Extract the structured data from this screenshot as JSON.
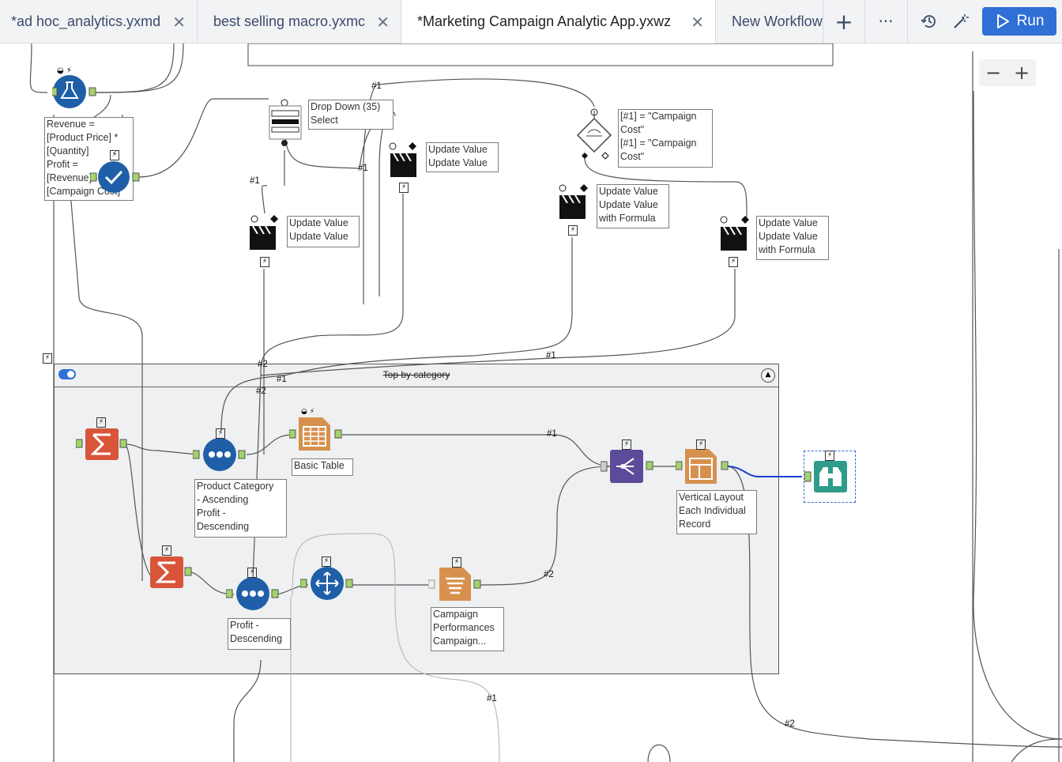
{
  "tabs": [
    {
      "label": "*ad hoc_analytics.yxmd",
      "active": false
    },
    {
      "label": "best selling macro.yxmc",
      "active": false
    },
    {
      "label": "*Marketing Campaign Analytic App.yxwz",
      "active": true
    },
    {
      "label": "New Workflow",
      "active": false
    }
  ],
  "toolbar": {
    "add_tab_icon": "plus-icon",
    "more_icon": "ellipsis-icon",
    "history_icon": "history-icon",
    "magic_icon": "magic-wand-icon",
    "run_label": "Run",
    "run_color": "#2f6fd6"
  },
  "zoom": {
    "minus": "−",
    "plus": "+"
  },
  "container": {
    "title": "Top by category",
    "toggle_color": "#2f6fd6"
  },
  "annotations": {
    "formula": "Revenue  =\n[Product Price] *\n[Quantity]\nProfit =\n[Revenue] -\n[Campaign Cost]",
    "dropdown": "Drop Down (35)\nSelect",
    "update1": "Update Value\nUpdate Value",
    "update2": "Update Value\nUpdate Value",
    "condition": "[#1] = \"Campaign\nCost\"\n[#1] = \"Campaign\nCost\"",
    "update3": "Update Value\nUpdate Value\nwith Formula",
    "update4": "Update Value\nUpdate Value\nwith Formula",
    "sort1": "Product Category\n- Ascending\nProfit -\nDescending",
    "basic_table": "Basic Table",
    "sort2": "Profit -\nDescending",
    "campaign_perf": "Campaign\nPerformances\nCampaign...",
    "layout": "Vertical Layout\nEach Individual\nRecord"
  },
  "connection_labels": {
    "c1": "#1",
    "c2": "#1",
    "c3": "#1",
    "c4": "#2",
    "c5": "#1",
    "c6": "#2",
    "c7": "#1",
    "c8": "#1",
    "c9": "#2",
    "c10": "#1",
    "c11": "#2"
  },
  "colors": {
    "formula_blue": "#1f5fa8",
    "summarize_orange": "#d8553a",
    "report_tan": "#d7914e",
    "union_purple": "#5c4a9a",
    "browse_teal": "#2e9c8a",
    "anchor_green": "#a4d36b"
  }
}
